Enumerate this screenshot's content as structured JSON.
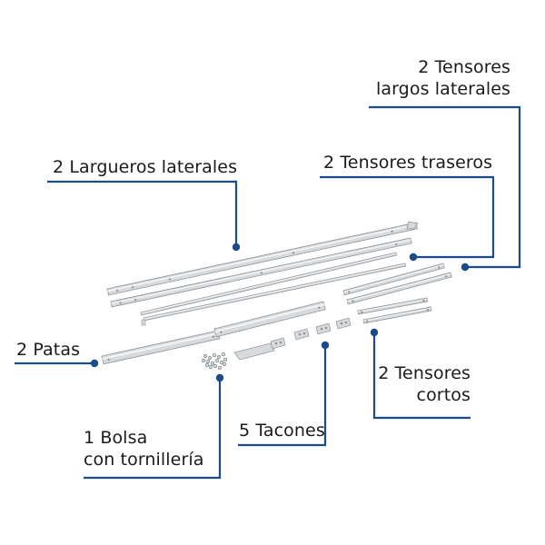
{
  "colors": {
    "callout_line": "#1b4b8a",
    "callout_dot": "#1b4b8a",
    "part_fill": "#d7dadd",
    "part_edge": "#8e949a",
    "part_highlight": "#f2f3f4",
    "label_text": "#1a1a1a"
  },
  "labels": {
    "tensores_largos": {
      "line1": "2 Tensores",
      "line2": "largos laterales"
    },
    "largueros": {
      "line1": "2 Largueros laterales"
    },
    "tensores_traseros": {
      "line1": "2 Tensores traseros"
    },
    "patas": {
      "line1": "2 Patas"
    },
    "tensores_cortos": {
      "line1": "2 Tensores",
      "line2": "cortos"
    },
    "bolsa": {
      "line1": "1 Bolsa",
      "line2": "con tornillería"
    },
    "tacones": {
      "line1": "5 Tacones"
    }
  }
}
